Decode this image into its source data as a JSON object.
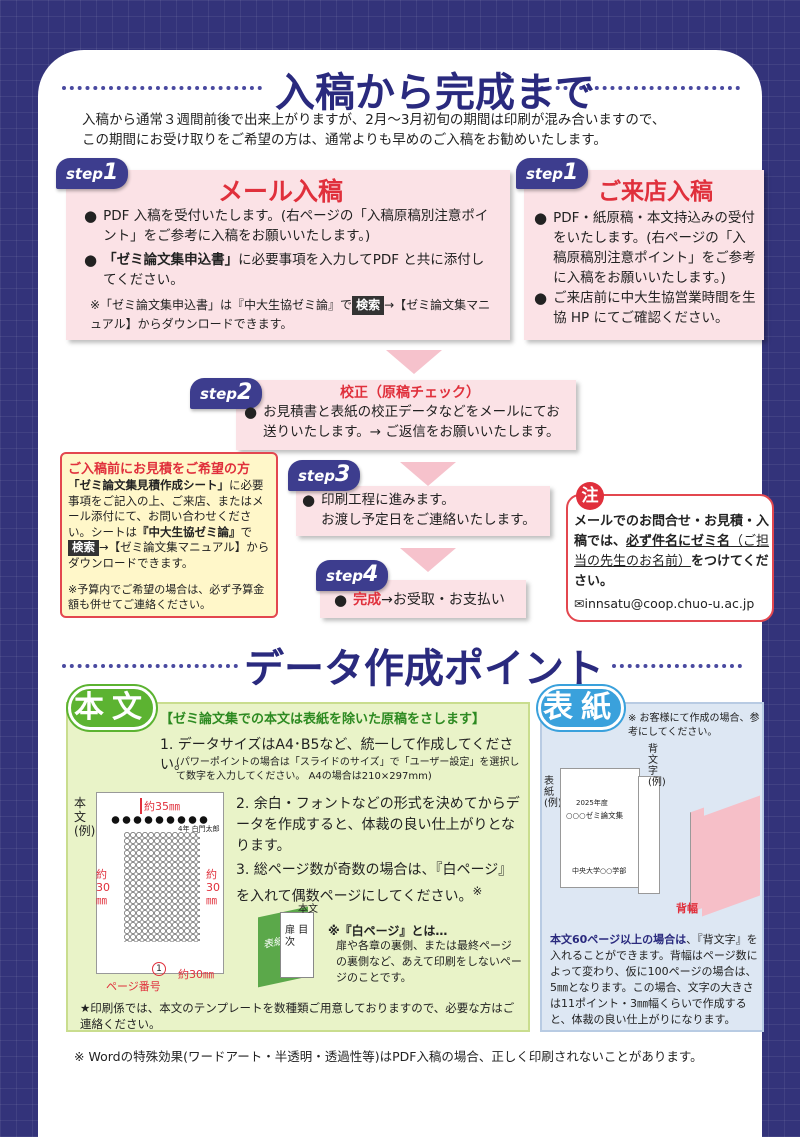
{
  "section1": {
    "title": "入稿から完成まで",
    "intro_lines": "入稿から通常３週間前後で出来上がりますが、2月～3月初旬の期間は印刷が混み合いますので、\nこの期間にお受け取りをご希望の方は、通常よりも早めのご入稿をお勧めいたします。"
  },
  "step_word": "step",
  "mail": {
    "num": "1",
    "title": "メール入稿",
    "b1": "PDF 入稿を受付いたします。(右ページの「入稿原稿別注意ポイント」をご参考に入稿をお願いいたします。)",
    "b2_bold": "「ゼミ論文集申込書」",
    "b2_rest": "に必要事項を入力してPDF と共に添付してください。",
    "note_a": "※「ゼミ論文集申込書」は『中大生協ゼミ論』で",
    "note_key": "検索",
    "note_b": "→【ゼミ論文集マニュアル】からダウンロードできます。"
  },
  "visit": {
    "num": "1",
    "title": "ご来店入稿",
    "b1": "PDF・紙原稿・本文持込みの受付をいたします。(右ページの「入稿原稿別注意ポイント」をご参考に入稿をお願いいたします。)",
    "b2": "ご来店前に中大生協営業時間を生協 HP にてご確認ください。"
  },
  "step2": {
    "num": "2",
    "title": "校正（原稿チェック）",
    "b1": "お見積書と表紙の校正データなどをメールにてお送りいたします。→ ご返信をお願いいたします。"
  },
  "step3": {
    "num": "3",
    "b1": "印刷工程に進みます。\nお渡し予定日をご連絡いたします。"
  },
  "step4": {
    "num": "4",
    "b_red": "完成",
    "b_rest": "→お受取・お支払い"
  },
  "estimate": {
    "title": "ご入稿前にお見積をご希望の方",
    "bold1": "「ゼミ論文集見積作成シート」",
    "text1": "に必要事項をご記入の上、ご来店、またはメール添付にて、お問い合わせください。シートは",
    "bold2": "『中大生協ゼミ論』",
    "text2": "で",
    "key": "検索",
    "text3": "→【ゼミ論文集マニュアル】からダウンロードできます。",
    "note": "※予算内でご希望の場合は、必ず予算金額も併せてご連絡ください。"
  },
  "notice": {
    "badge": "注",
    "line1": "メールでのお問合せ・お見積・入稿では、",
    "must": "必ず件名にゼミ名",
    "paren": "（ご担当の先生のお名前）",
    "tail": "をつけてください。",
    "email": "innsatu@coop.chuo-u.ac.jp"
  },
  "section2": {
    "title": "データ作成ポイント"
  },
  "body": {
    "pill": "本文",
    "subtitle": "【ゼミ論文集での本文は表紙を除いた原稿をさします】",
    "p1": "1. データサイズはA4･B5など、統一して作成してください。",
    "p1_note": "(パワーポイントの場合は「スライドのサイズ」で「ユーザー設定」を選択して数字を入力してください。 A4の場合は210×297mm)",
    "sample_label": "本文(例)",
    "m35": "約35㎜",
    "m30a": "約30㎜",
    "m30b": "約30㎜",
    "m30c": "約30㎜",
    "page_label": "ページ番号",
    "header_text": "4年 白門太郎",
    "page_num": "1",
    "p2": "2. 余白・フォントなどの形式を決めてからデータを作成すると、体裁の良い仕上がりとなります。",
    "p3": "3. 総ページ数が奇数の場合は、『白ページ』を入れて偶数ページにしてください。",
    "p3_star": "※",
    "book_body": "本文",
    "book_cover": "表紙",
    "book_end": "扉",
    "book_toc": "目次",
    "white_title": "※『白ページ』とは…",
    "white_text": "扉や各章の裏側、または最終ページの裏側など、あえて印刷をしないページのことです。",
    "footnote": "★印刷係では、本文のテンプレートを数種類ご用意しておりますので、必要な方はご連絡ください。"
  },
  "cover": {
    "pill": "表紙",
    "note": "※ お客様にて作成の場合、参考にしてください。",
    "label_front": "表紙(例)",
    "label_spine": "背文字(例)",
    "year": "2025年度",
    "title": "○○○ゼミ論文集",
    "school": "中央大学○○学部",
    "spine_label": "背幅",
    "info_bold": "本文60ページ以上の場合は",
    "info": "、『背文字』を入れることができます。背幅はページ数によって変わり、仮に100ページの場合は、5㎜となります。この場合、文字の大きさは11ポイント・3㎜幅くらいで作成すると、体裁の良い仕上がりになります。"
  },
  "footer": "※ Wordの特殊効果(ワードアート・半透明・透過性等)はPDF入稿の場合、正しく印刷されないことがあります。",
  "colors": {
    "navy": "#2a2a7e",
    "pink": "#fbe2e6",
    "red": "#e0303c",
    "green": "#5cb331",
    "blue": "#3aa1dc"
  }
}
